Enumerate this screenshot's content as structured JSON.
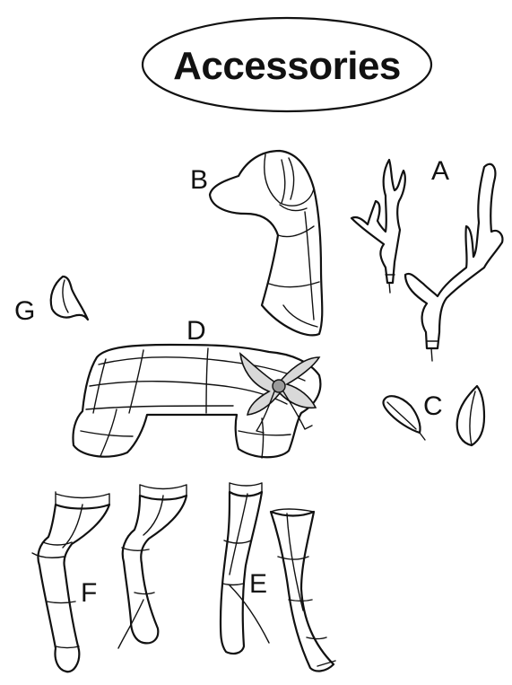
{
  "title": "Accessories",
  "parts": {
    "A": "A",
    "B": "B",
    "C": "C",
    "D": "D",
    "E": "E",
    "F": "F",
    "G": "G"
  },
  "colors": {
    "line": "#111111",
    "bow": "#9a9a9a",
    "background": "#ffffff"
  }
}
